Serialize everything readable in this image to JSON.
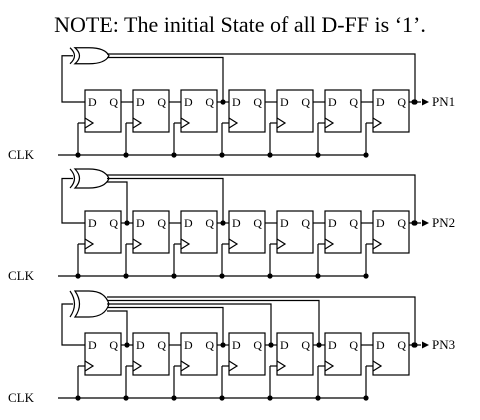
{
  "note": "NOTE: The initial State of all D-FF is ‘1’.",
  "flipflop": {
    "d_label": "D",
    "q_label": "Q",
    "count": 7
  },
  "clock_label": "CLK",
  "circuits": [
    {
      "output_label": "PN1",
      "feedback_taps": [
        3,
        7
      ]
    },
    {
      "output_label": "PN2",
      "feedback_taps": [
        1,
        3,
        7
      ]
    },
    {
      "output_label": "PN3",
      "feedback_taps": [
        1,
        3,
        4,
        5,
        7
      ]
    }
  ],
  "colors": {
    "ink": "#000000",
    "background": "#ffffff"
  }
}
